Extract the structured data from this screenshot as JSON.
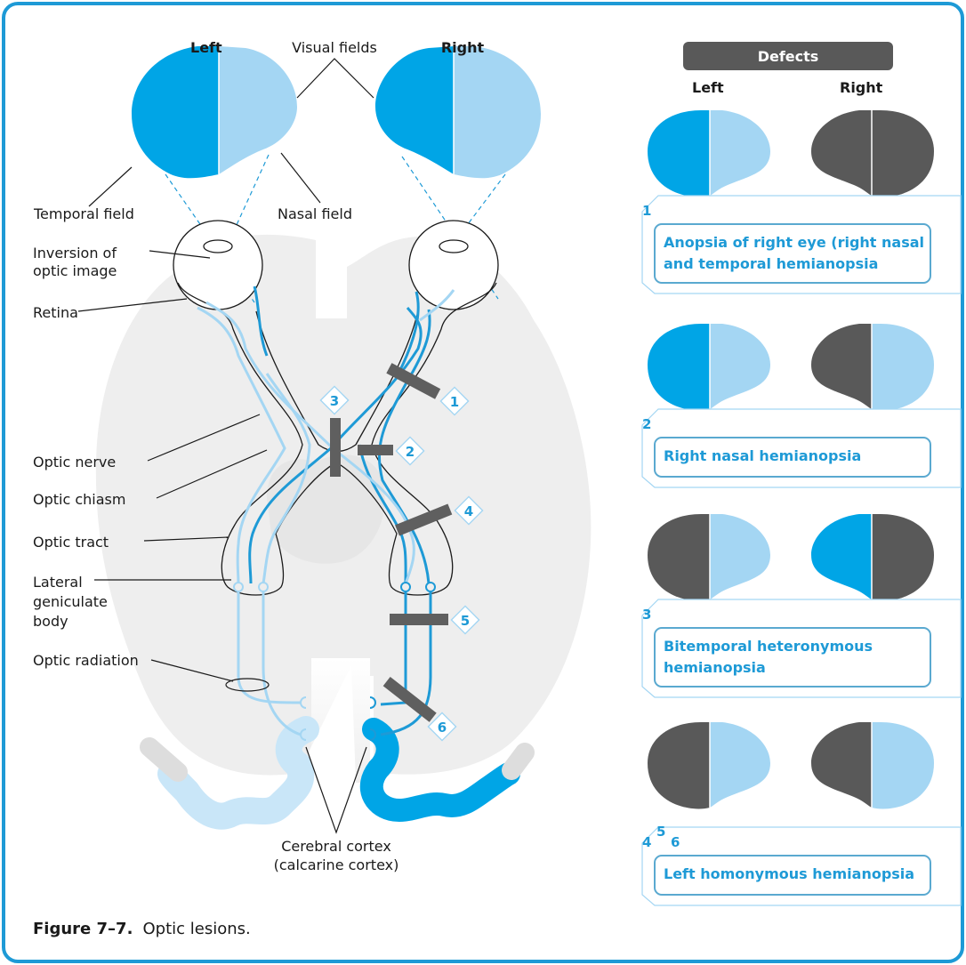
{
  "colors": {
    "frame": "#1e9ad6",
    "field_dark": "#00a5e6",
    "field_light": "#a4d6f3",
    "defect": "#595959",
    "brain": "#eeeeee",
    "lesion_bar": "#5f5f5f"
  },
  "visual_fields": {
    "left_label": "Left",
    "right_label": "Right",
    "title": "Visual fields"
  },
  "labels": {
    "temporal_field": "Temporal field",
    "nasal_field": "Nasal field",
    "inversion_1": "Inversion of",
    "inversion_2": "optic image",
    "retina": "Retina",
    "optic_nerve": "Optic nerve",
    "optic_chiasm": "Optic chiasm",
    "optic_tract": "Optic tract",
    "lgb_1": "Lateral",
    "lgb_2": "geniculate",
    "lgb_3": "body",
    "optic_radiation": "Optic radiation",
    "cortex_1": "Cerebral cortex",
    "cortex_2": "(calcarine cortex)"
  },
  "lesion_markers": [
    "1",
    "2",
    "3",
    "4",
    "5",
    "6"
  ],
  "defects": {
    "header": "Defects",
    "left_label": "Left",
    "right_label": "Right",
    "rows": [
      {
        "numbers": [
          "1"
        ],
        "caption_1": "Anopsia of right eye (right nasal",
        "caption_2": "and temporal hemianopsia",
        "left_eye": [
          "dark",
          "light"
        ],
        "right_eye": [
          "defect",
          "defect"
        ]
      },
      {
        "numbers": [
          "2"
        ],
        "caption_1": "Right nasal hemianopsia",
        "caption_2": "",
        "left_eye": [
          "dark",
          "light"
        ],
        "right_eye": [
          "defect",
          "light"
        ]
      },
      {
        "numbers": [
          "3"
        ],
        "caption_1": "Bitemporal heteronymous",
        "caption_2": "hemianopsia",
        "left_eye": [
          "defect",
          "light"
        ],
        "right_eye": [
          "dark",
          "defect"
        ]
      },
      {
        "numbers": [
          "4",
          "5",
          "6"
        ],
        "caption_1": "Left homonymous hemianopsia",
        "caption_2": "",
        "left_eye": [
          "defect",
          "light"
        ],
        "right_eye": [
          "defect",
          "light"
        ]
      }
    ]
  },
  "caption": {
    "bold": "Figure 7–7.",
    "text": "Optic lesions."
  }
}
